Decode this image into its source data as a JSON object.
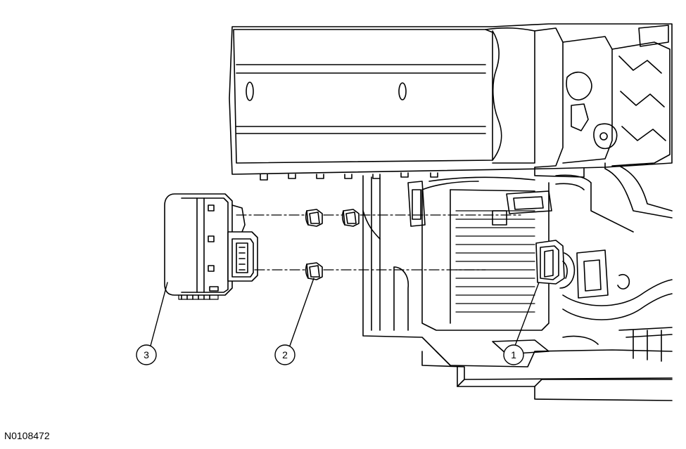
{
  "figure_id": "N0108472",
  "callouts": [
    {
      "number": "1"
    },
    {
      "number": "2"
    },
    {
      "number": "3"
    }
  ]
}
